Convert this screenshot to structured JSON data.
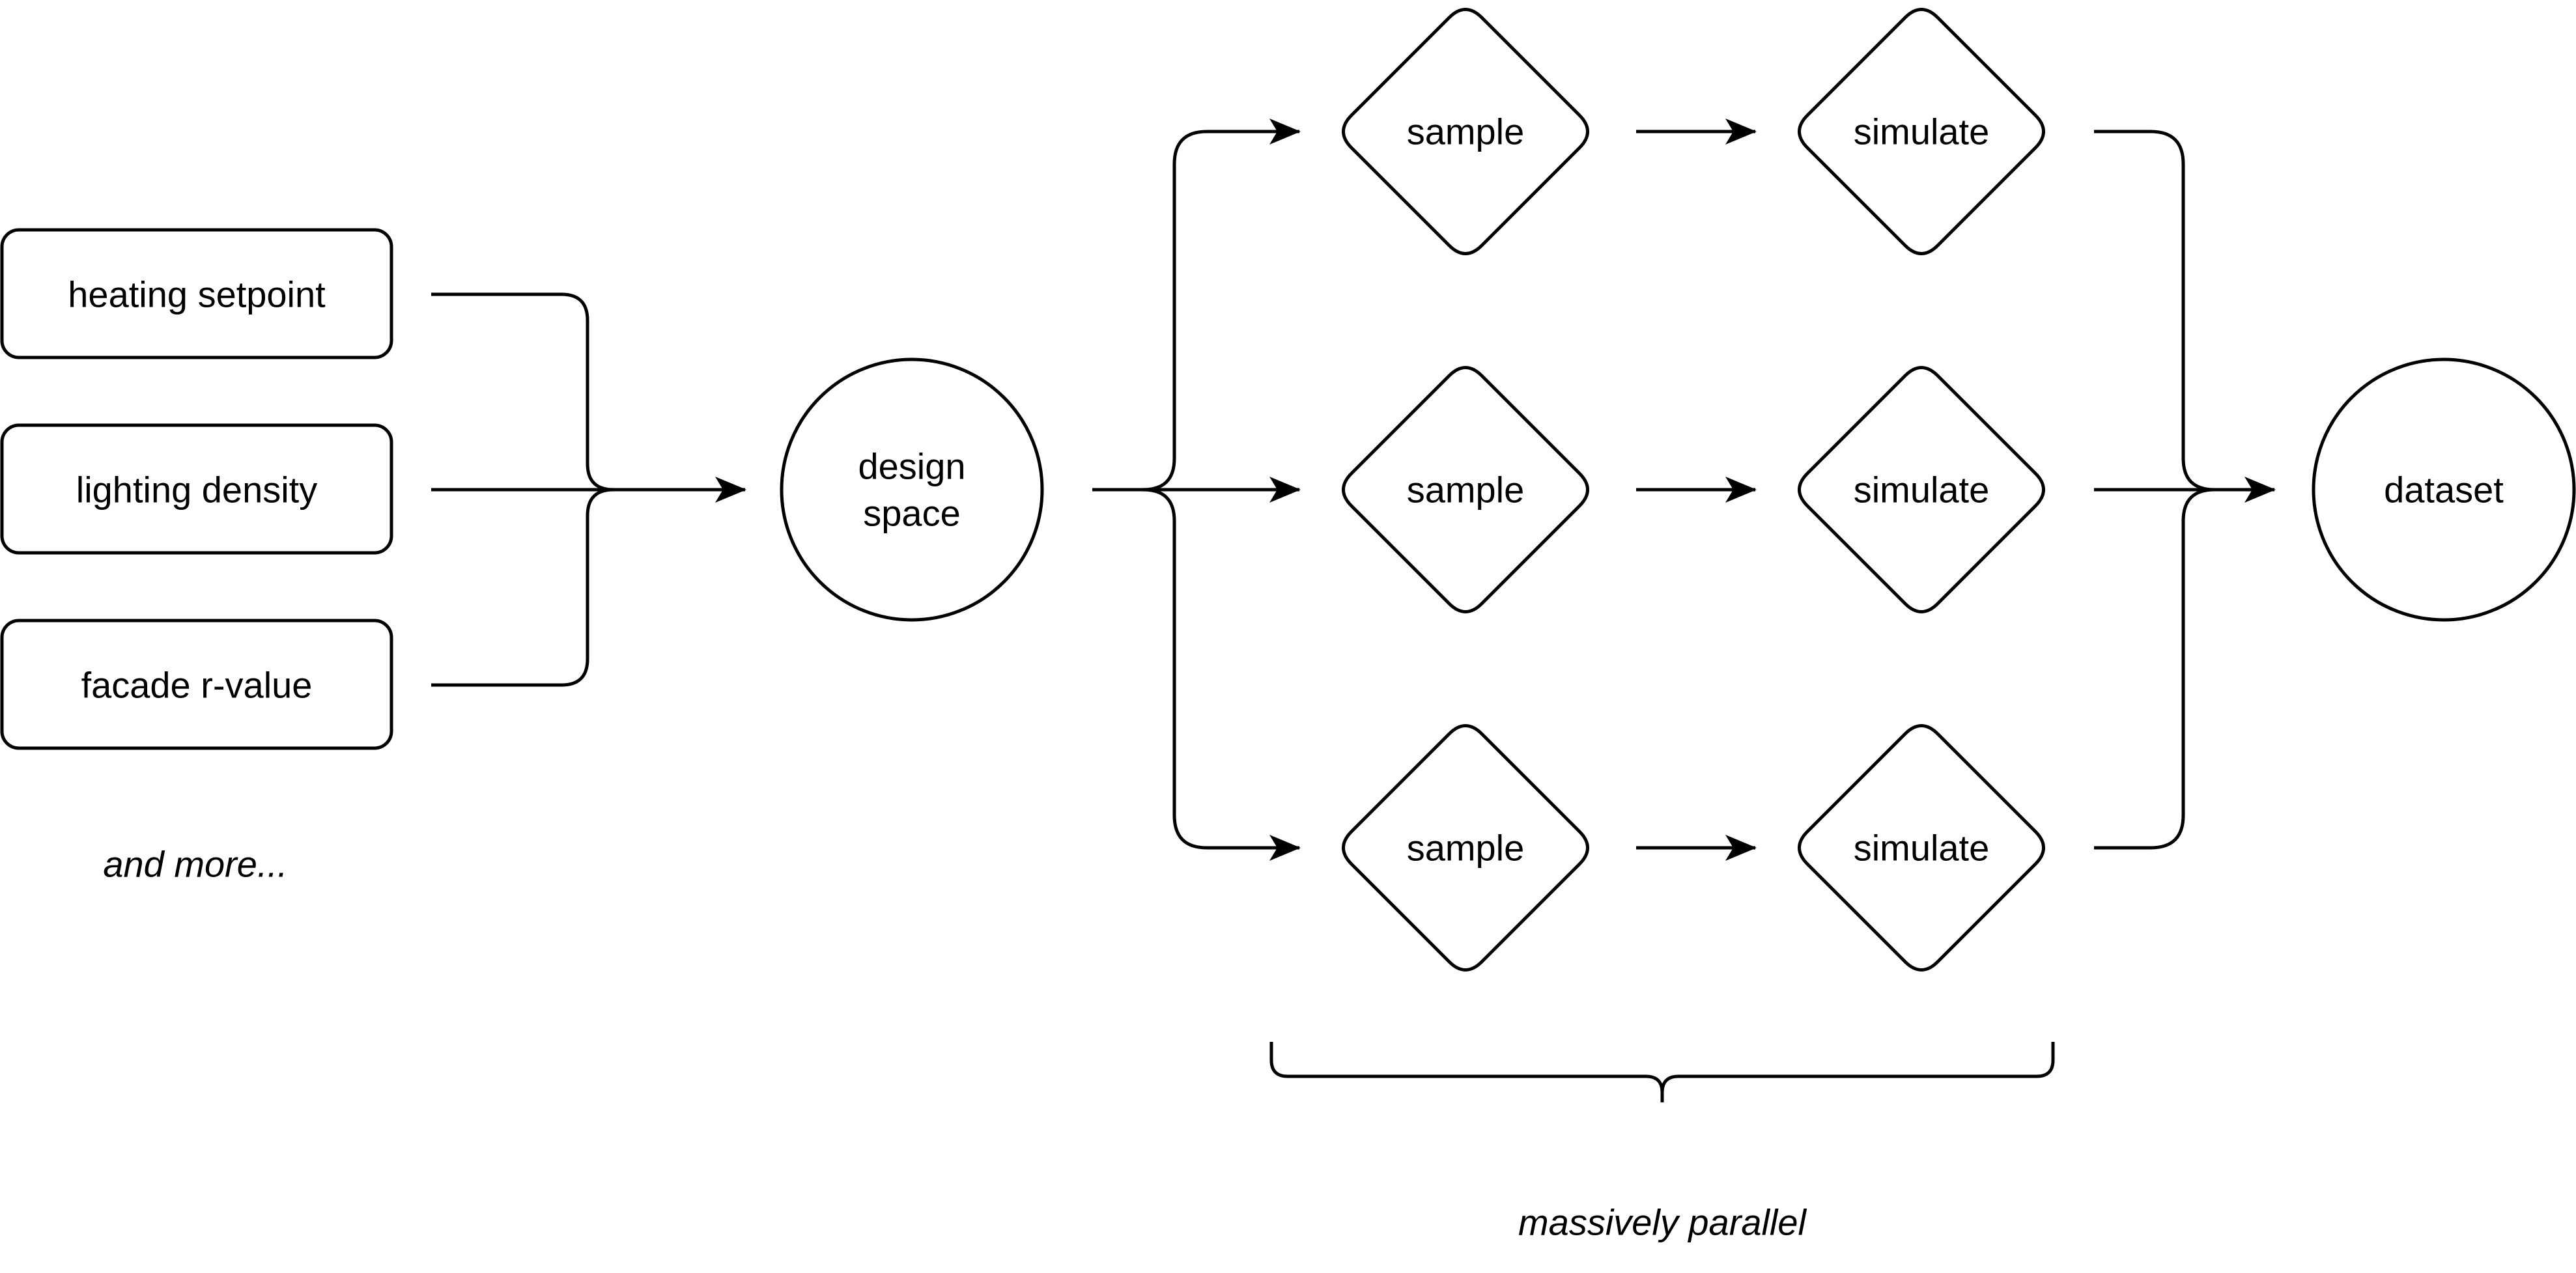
{
  "inputs": {
    "heating_setpoint": "heating setpoint",
    "lighting_density": "lighting density",
    "facade_r_value": "facade r-value",
    "more_note": "and more..."
  },
  "design_space": {
    "line1": "design",
    "line2": "space"
  },
  "pipelines": [
    {
      "sample": "sample",
      "simulate": "simulate"
    },
    {
      "sample": "sample",
      "simulate": "simulate"
    },
    {
      "sample": "sample",
      "simulate": "simulate"
    }
  ],
  "dataset": "dataset",
  "parallel_note": "massively parallel",
  "colors": {
    "stroke": "#000000",
    "fill": "#ffffff",
    "text": "#000000"
  }
}
